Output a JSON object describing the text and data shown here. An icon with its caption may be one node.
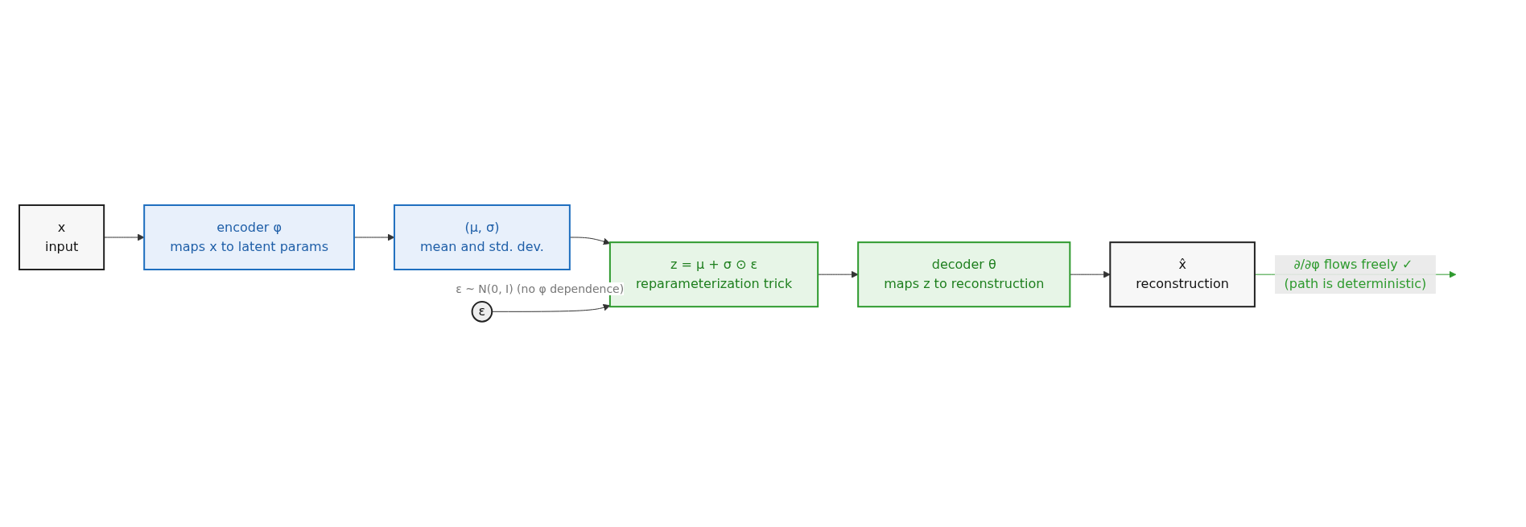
{
  "diagram": {
    "nodes": [
      {
        "text": [
          "x",
          "input"
        ]
      },
      {
        "text": [
          "encoder φ",
          "maps x to latent params"
        ]
      },
      {
        "text": [
          "(μ, σ)",
          "mean and std. dev."
        ]
      },
      {
        "text": [
          "z = μ + σ ⊙ ε",
          "reparameterization trick"
        ]
      },
      {
        "text": [
          "ε"
        ],
        "beside": [
          "ε ~ N(0, I) (no φ dependence)"
        ]
      },
      {
        "text": [
          "decoder θ",
          "maps z to reconstruction"
        ]
      },
      {
        "text": [
          "x̂",
          "reconstruction"
        ]
      }
    ],
    "edges": [
      {
        "from": 0,
        "to": 1,
        "arrow": "to"
      },
      {
        "from": 1,
        "to": 2,
        "arrow": "to"
      },
      {
        "from": 2,
        "to": 3,
        "arrow": "to"
      },
      {
        "from": 4,
        "to": 3,
        "arrow": "to"
      },
      {
        "from": 3,
        "to": 5,
        "arrow": "to"
      },
      {
        "from": 5,
        "to": 6,
        "arrow": "to"
      },
      {
        "from": 6,
        "to": null,
        "arrow": "to",
        "label": "∂/∂φ flows freely ✓ (path is deterministic)",
        "color": "#2e9a2e"
      }
    ]
  }
}
